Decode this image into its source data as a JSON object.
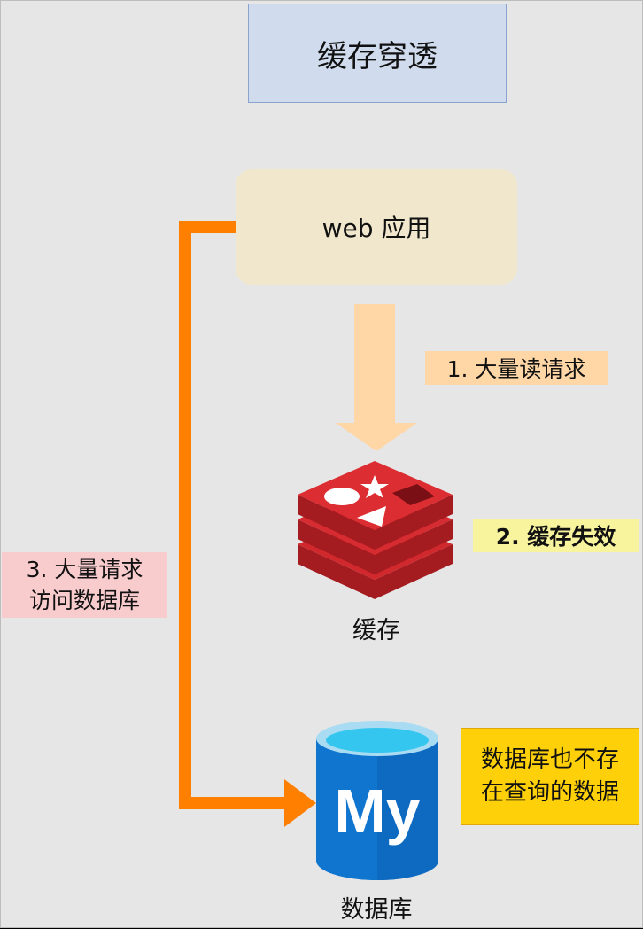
{
  "title": "缓存穿透",
  "nodes": {
    "web_app": "web 应用",
    "cache": "缓存",
    "database": "数据库"
  },
  "annotations": {
    "step1": "1. 大量读请求",
    "step2": "2. 缓存失效",
    "step3_line1": "3. 大量请求",
    "step3_line2": "访问数据库",
    "note_line1": "数据库也不存",
    "note_line2": "在查询的数据"
  },
  "logos": {
    "cache_logo": "redis-icon",
    "db_logo_text": "My",
    "db_logo": "mysql-icon"
  },
  "colors": {
    "background": "#e6e6e6",
    "title_fill": "#d0dcee",
    "web_fill": "#f0e7cc",
    "read_arrow": "#ffd6a6",
    "db_arrow": "#ff7f00",
    "step1_fill": "#ffd6a6",
    "step2_fill": "#f8f49e",
    "step3_fill": "#f8cbcd",
    "note_fill": "#fdd00a",
    "redis_red": "#c9252b",
    "mysql_blue": "#1075cf"
  }
}
